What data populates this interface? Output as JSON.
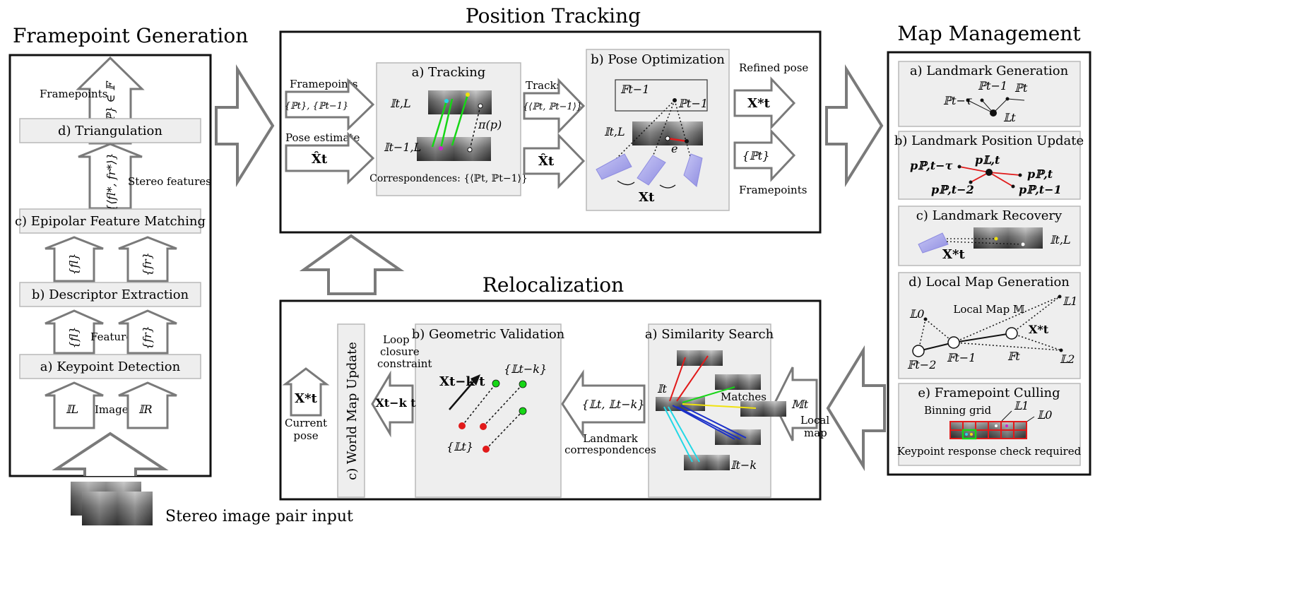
{
  "framepoint_generation": {
    "title": "Framepoint Generation",
    "steps": {
      "a": "a) Keypoint Detection",
      "b": "b) Descriptor Extraction",
      "c": "c) Epipolar Feature Matching",
      "d": "d) Triangulation"
    },
    "images_label": "Images",
    "image_left": "𝕀L",
    "image_right": "𝕀R",
    "features_label": "Features",
    "feat_left": "{fl}",
    "feat_right": "{fr}",
    "stereo_features_label": "Stereo features",
    "stereo_set": "{⟨fl*, fr*⟩}",
    "framepoints_label": "Framepoints",
    "framepoint_set": "{ℙ} ∈ 𝔽",
    "input_label": "Stereo image pair input"
  },
  "position_tracking": {
    "title": "Position Tracking",
    "framepoints_label": "Framepoints",
    "framepoints_set": "{ℙt}, {ℙt−1}",
    "pose_estimate_label": "Pose estimate",
    "pose_estimate": "X̂t",
    "tracking_title": "a) Tracking",
    "img_top": "𝕀t,L",
    "img_bottom": "𝕀t−1,L",
    "projection": "π(p)",
    "correspondences": "Correspondences: {⟨ℙt, ℙt−1⟩}",
    "tracks_label": "Tracks",
    "tracks_set": "{⟨ℙt, ℙt−1⟩}",
    "tracks_pose": "X̂t",
    "pose_opt_title": "b) Pose Optimization",
    "frame_label": "𝔽t−1",
    "point_label": "ℙt−1",
    "img_label": "𝕀t,L",
    "error_label": "e",
    "pose_label": "Xt",
    "refined_label": "Refined pose",
    "refined_pose": "X*t",
    "out_framepoints": "{ℙt}",
    "out_framepoints_label": "Framepoints"
  },
  "relocalization": {
    "title": "Relocalization",
    "similarity_title": "a) Similarity Search",
    "query_label": "𝕀t",
    "matches_label": "Matches",
    "match_label": "𝕀t−k",
    "local_map_symbol": "𝕄t",
    "local_map_label": [
      "Local",
      "map"
    ],
    "landmark_set": "{𝕃t, 𝕃t−k}",
    "landmark_corr_label": [
      "Landmark",
      "correspondences"
    ],
    "geo_title": "b) Geometric Validation",
    "geo_pose": "Xt−k t",
    "geo_set_top": "{𝕃t−k}",
    "geo_set_bottom": "{𝕃t}",
    "loop_label": [
      "Loop",
      "closure",
      "constraint"
    ],
    "loop_pose": "Xt−k t",
    "world_map_update": "c) World Map Update",
    "current_pose": "X*t",
    "current_pose_label": [
      "Current",
      "pose"
    ]
  },
  "map_management": {
    "title": "Map Management",
    "landmark_generation": {
      "title": "a) Landmark Generation",
      "p_tau": "ℙt−τ",
      "p_prev": "ℙt−1",
      "p_t": "ℙt",
      "l_t": "𝕃t"
    },
    "landmark_update": {
      "title": "b) Landmark Position Update",
      "p_tau": "pℙ,t−τ",
      "p_l": "p𝕃,t",
      "p_t": "pℙ,t",
      "p_2": "pℙ,t−2",
      "p_1": "pℙ,t−1"
    },
    "landmark_recovery": {
      "title": "c) Landmark Recovery",
      "pose": "X*t",
      "img": "𝕀t,L"
    },
    "local_map_gen": {
      "title": "d) Local Map Generation",
      "local_map": "Local Map 𝕄",
      "l0": "𝕃0",
      "l1": "𝕃1",
      "l2": "𝕃2",
      "f2": "𝔽t−2",
      "f1": "𝔽t−1",
      "ft": "𝔽t",
      "pose": "X*t"
    },
    "framepoint_culling": {
      "title": "e) Framepoint Culling",
      "binning": "Binning grid",
      "l1": "𝕃1",
      "l0": "𝕃0",
      "check": "Keypoint response check required"
    }
  },
  "colors": {
    "frame": "#111111",
    "panel": "#eeeeee",
    "panel_border": "#b8b8b8",
    "arrow": "#7a7a7a",
    "green": "#16d616",
    "red": "#e11a1a",
    "blue": "#1a2fc9",
    "cyan": "#23d8e6",
    "yellow": "#f0e20f",
    "camera": "#a8a6ee"
  }
}
